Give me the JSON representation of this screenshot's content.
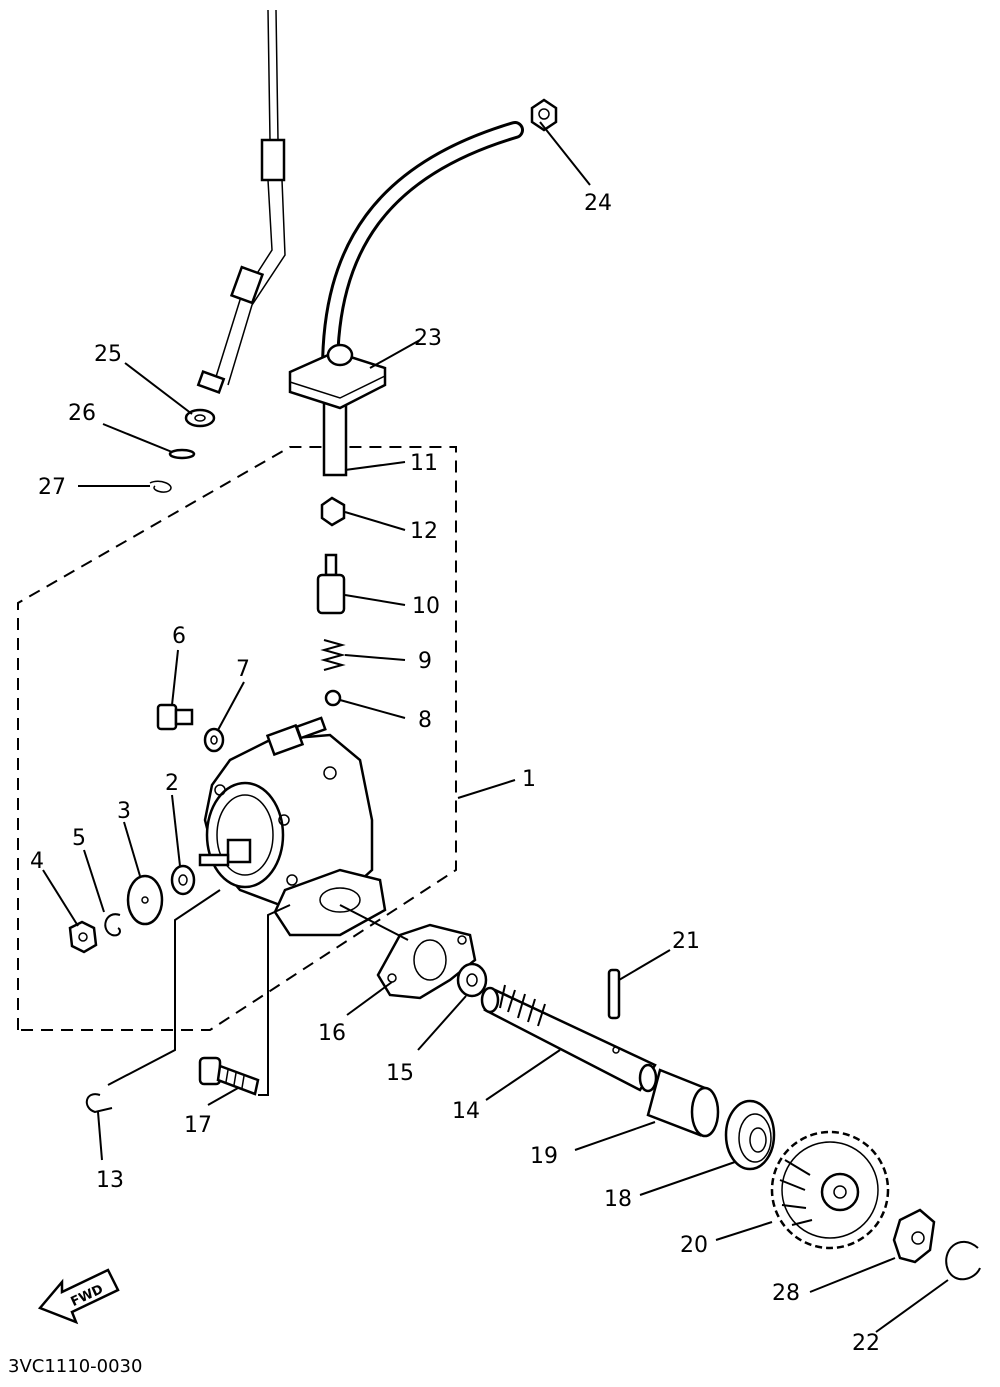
{
  "diagram": {
    "drawing_code": "3VC1110-0030",
    "direction_marker": "FWD",
    "labels": {
      "p1": "1",
      "p2": "2",
      "p3": "3",
      "p4": "4",
      "p5": "5",
      "p6": "6",
      "p7": "7",
      "p8": "8",
      "p9": "9",
      "p10": "10",
      "p11": "11",
      "p12": "12",
      "p13": "13",
      "p14": "14",
      "p15": "15",
      "p16": "16",
      "p17": "17",
      "p18": "18",
      "p19": "19",
      "p20": "20",
      "p21": "21",
      "p22": "22",
      "p23": "23",
      "p24": "24",
      "p25": "25",
      "p26": "26",
      "p27": "27",
      "p28": "28"
    }
  }
}
